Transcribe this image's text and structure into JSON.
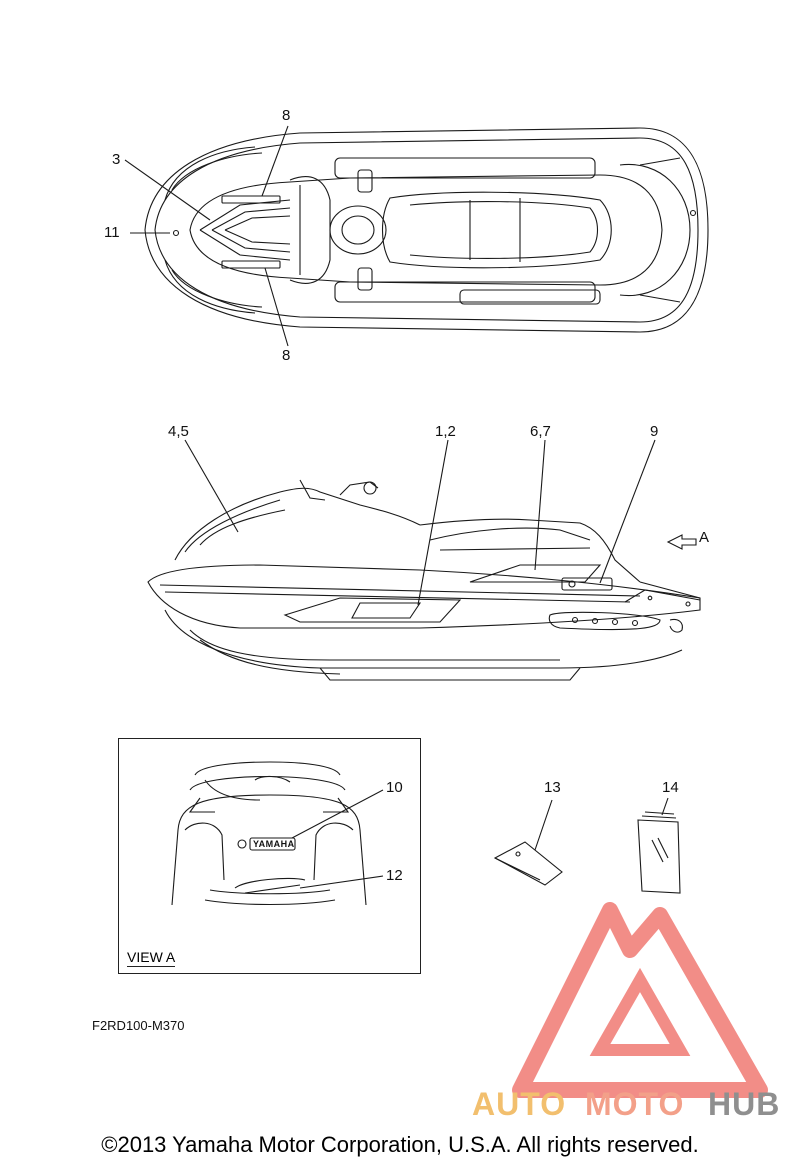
{
  "callouts": {
    "top_8_upper": "8",
    "top_3": "3",
    "top_11": "11",
    "top_8_lower": "8",
    "side_45": "4,5",
    "side_12": "1,2",
    "side_67": "6,7",
    "side_9": "9",
    "side_A": "A",
    "view_10": "10",
    "view_12": "12",
    "part_13": "13",
    "part_14": "14"
  },
  "view_label": "VIEW A",
  "part_code": "F2RD100-M370",
  "copyright": "©2013 Yamaha Motor Corporation, U.S.A. All rights reserved.",
  "decal_text": {
    "rear_badge": "YAMAHA"
  },
  "watermark": {
    "part_a": "AUTO",
    "part_b": "MOTO",
    "part_c": "HUB"
  },
  "colors": {
    "line": "#1a1a1a",
    "watermark_red": "#f07a73",
    "watermark_yellow": "#f2bf6e"
  }
}
